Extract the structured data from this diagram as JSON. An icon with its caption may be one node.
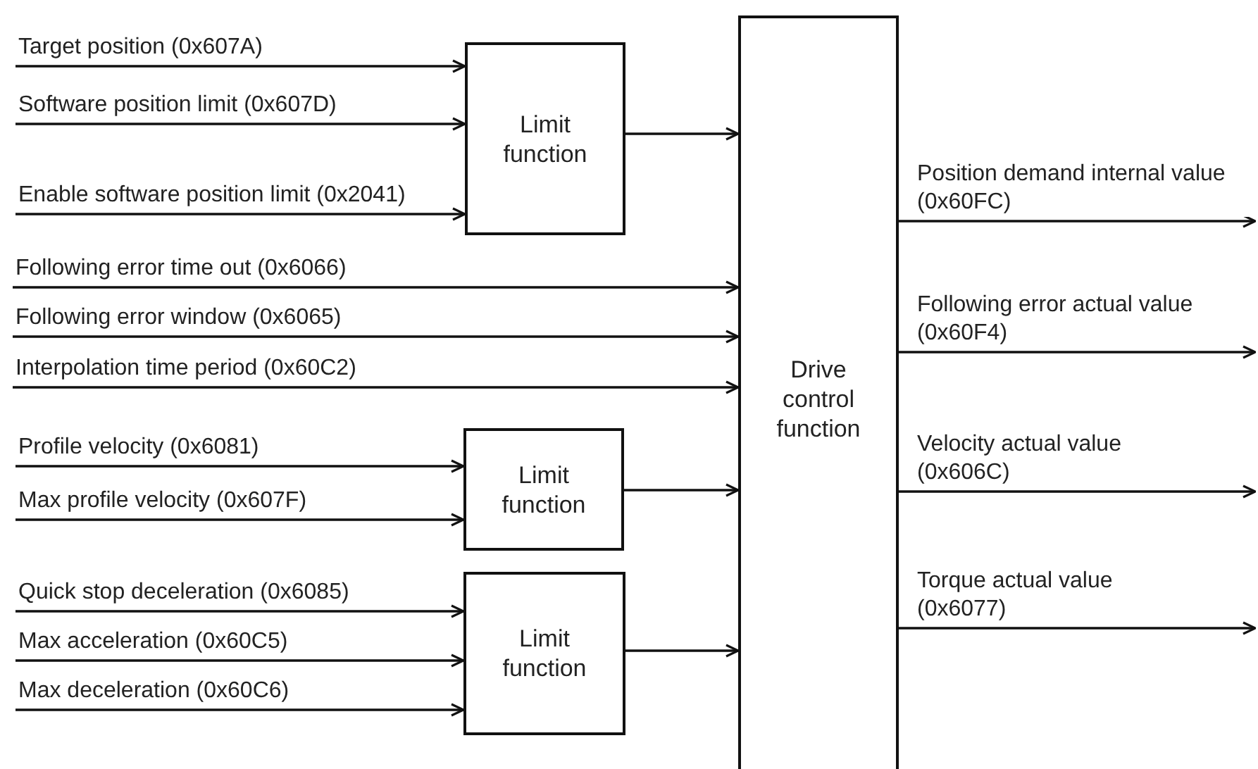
{
  "diagram": {
    "nodes": [
      {
        "text": [
          "Limit function"
        ]
      },
      {
        "text": [
          "Drive control function"
        ]
      },
      {
        "text": [
          "Limit function"
        ]
      },
      {
        "text": [
          "Limit function"
        ]
      }
    ],
    "edges": [
      {
        "from": null,
        "to": 0,
        "arrow": "to",
        "label": "Target position (0x607A)"
      },
      {
        "from": null,
        "to": 0,
        "arrow": "to",
        "label": "Software position limit (0x607D)"
      },
      {
        "from": null,
        "to": 0,
        "arrow": "to",
        "label": "Enable software position limit (0x2041)"
      },
      {
        "from": 0,
        "to": 1,
        "arrow": "to"
      },
      {
        "from": null,
        "to": 1,
        "arrow": "to",
        "label": "Following error time out (0x6066)"
      },
      {
        "from": null,
        "to": 1,
        "arrow": "to",
        "label": "Following error window (0x6065)"
      },
      {
        "from": null,
        "to": 1,
        "arrow": "to",
        "label": "Interpolation time period (0x60C2)"
      },
      {
        "from": null,
        "to": 2,
        "arrow": "to",
        "label": "Profile velocity (0x6081)"
      },
      {
        "from": null,
        "to": 2,
        "arrow": "to",
        "label": "Max profile velocity (0x607F)"
      },
      {
        "from": 2,
        "to": 1,
        "arrow": "to"
      },
      {
        "from": null,
        "to": 3,
        "arrow": "to",
        "label": "Quick stop deceleration (0x6085)"
      },
      {
        "from": null,
        "to": 3,
        "arrow": "to",
        "label": "Max acceleration (0x60C5)"
      },
      {
        "from": null,
        "to": 3,
        "arrow": "to",
        "label": "Max deceleration (0x60C6)"
      },
      {
        "from": 3,
        "to": 1,
        "arrow": "to"
      },
      {
        "from": 1,
        "to": null,
        "arrow": "to",
        "label": "Position demand internal value (0x60FC)"
      },
      {
        "from": 1,
        "to": null,
        "arrow": "to",
        "label": "Following error actual value (0x60F4)"
      },
      {
        "from": 1,
        "to": null,
        "arrow": "to",
        "label": "Velocity actual value (0x606C)"
      },
      {
        "from": 1,
        "to": null,
        "arrow": "to",
        "label": "Torque actual value (0x6077)"
      }
    ]
  }
}
